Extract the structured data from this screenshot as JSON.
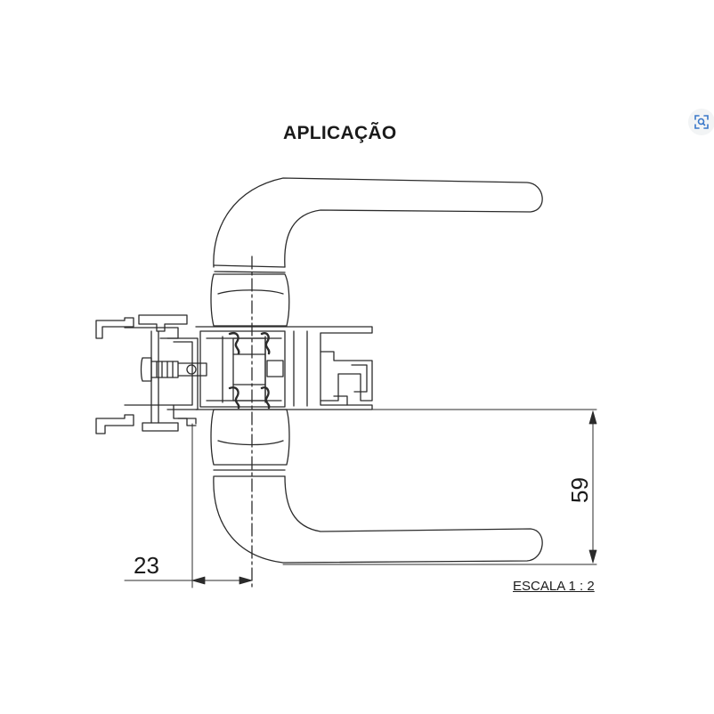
{
  "title": "APLICAÇÃO",
  "scale_label": "ESCALA 1 : 2",
  "dimensions": {
    "horizontal": "23",
    "vertical": "59"
  },
  "icons": {
    "zoom": "zoom-scan-icon"
  },
  "colors": {
    "line": "#2b2b2b",
    "background": "#ffffff",
    "zoom_button": "#f2f4f5",
    "zoom_icon": "#3a78c9"
  }
}
